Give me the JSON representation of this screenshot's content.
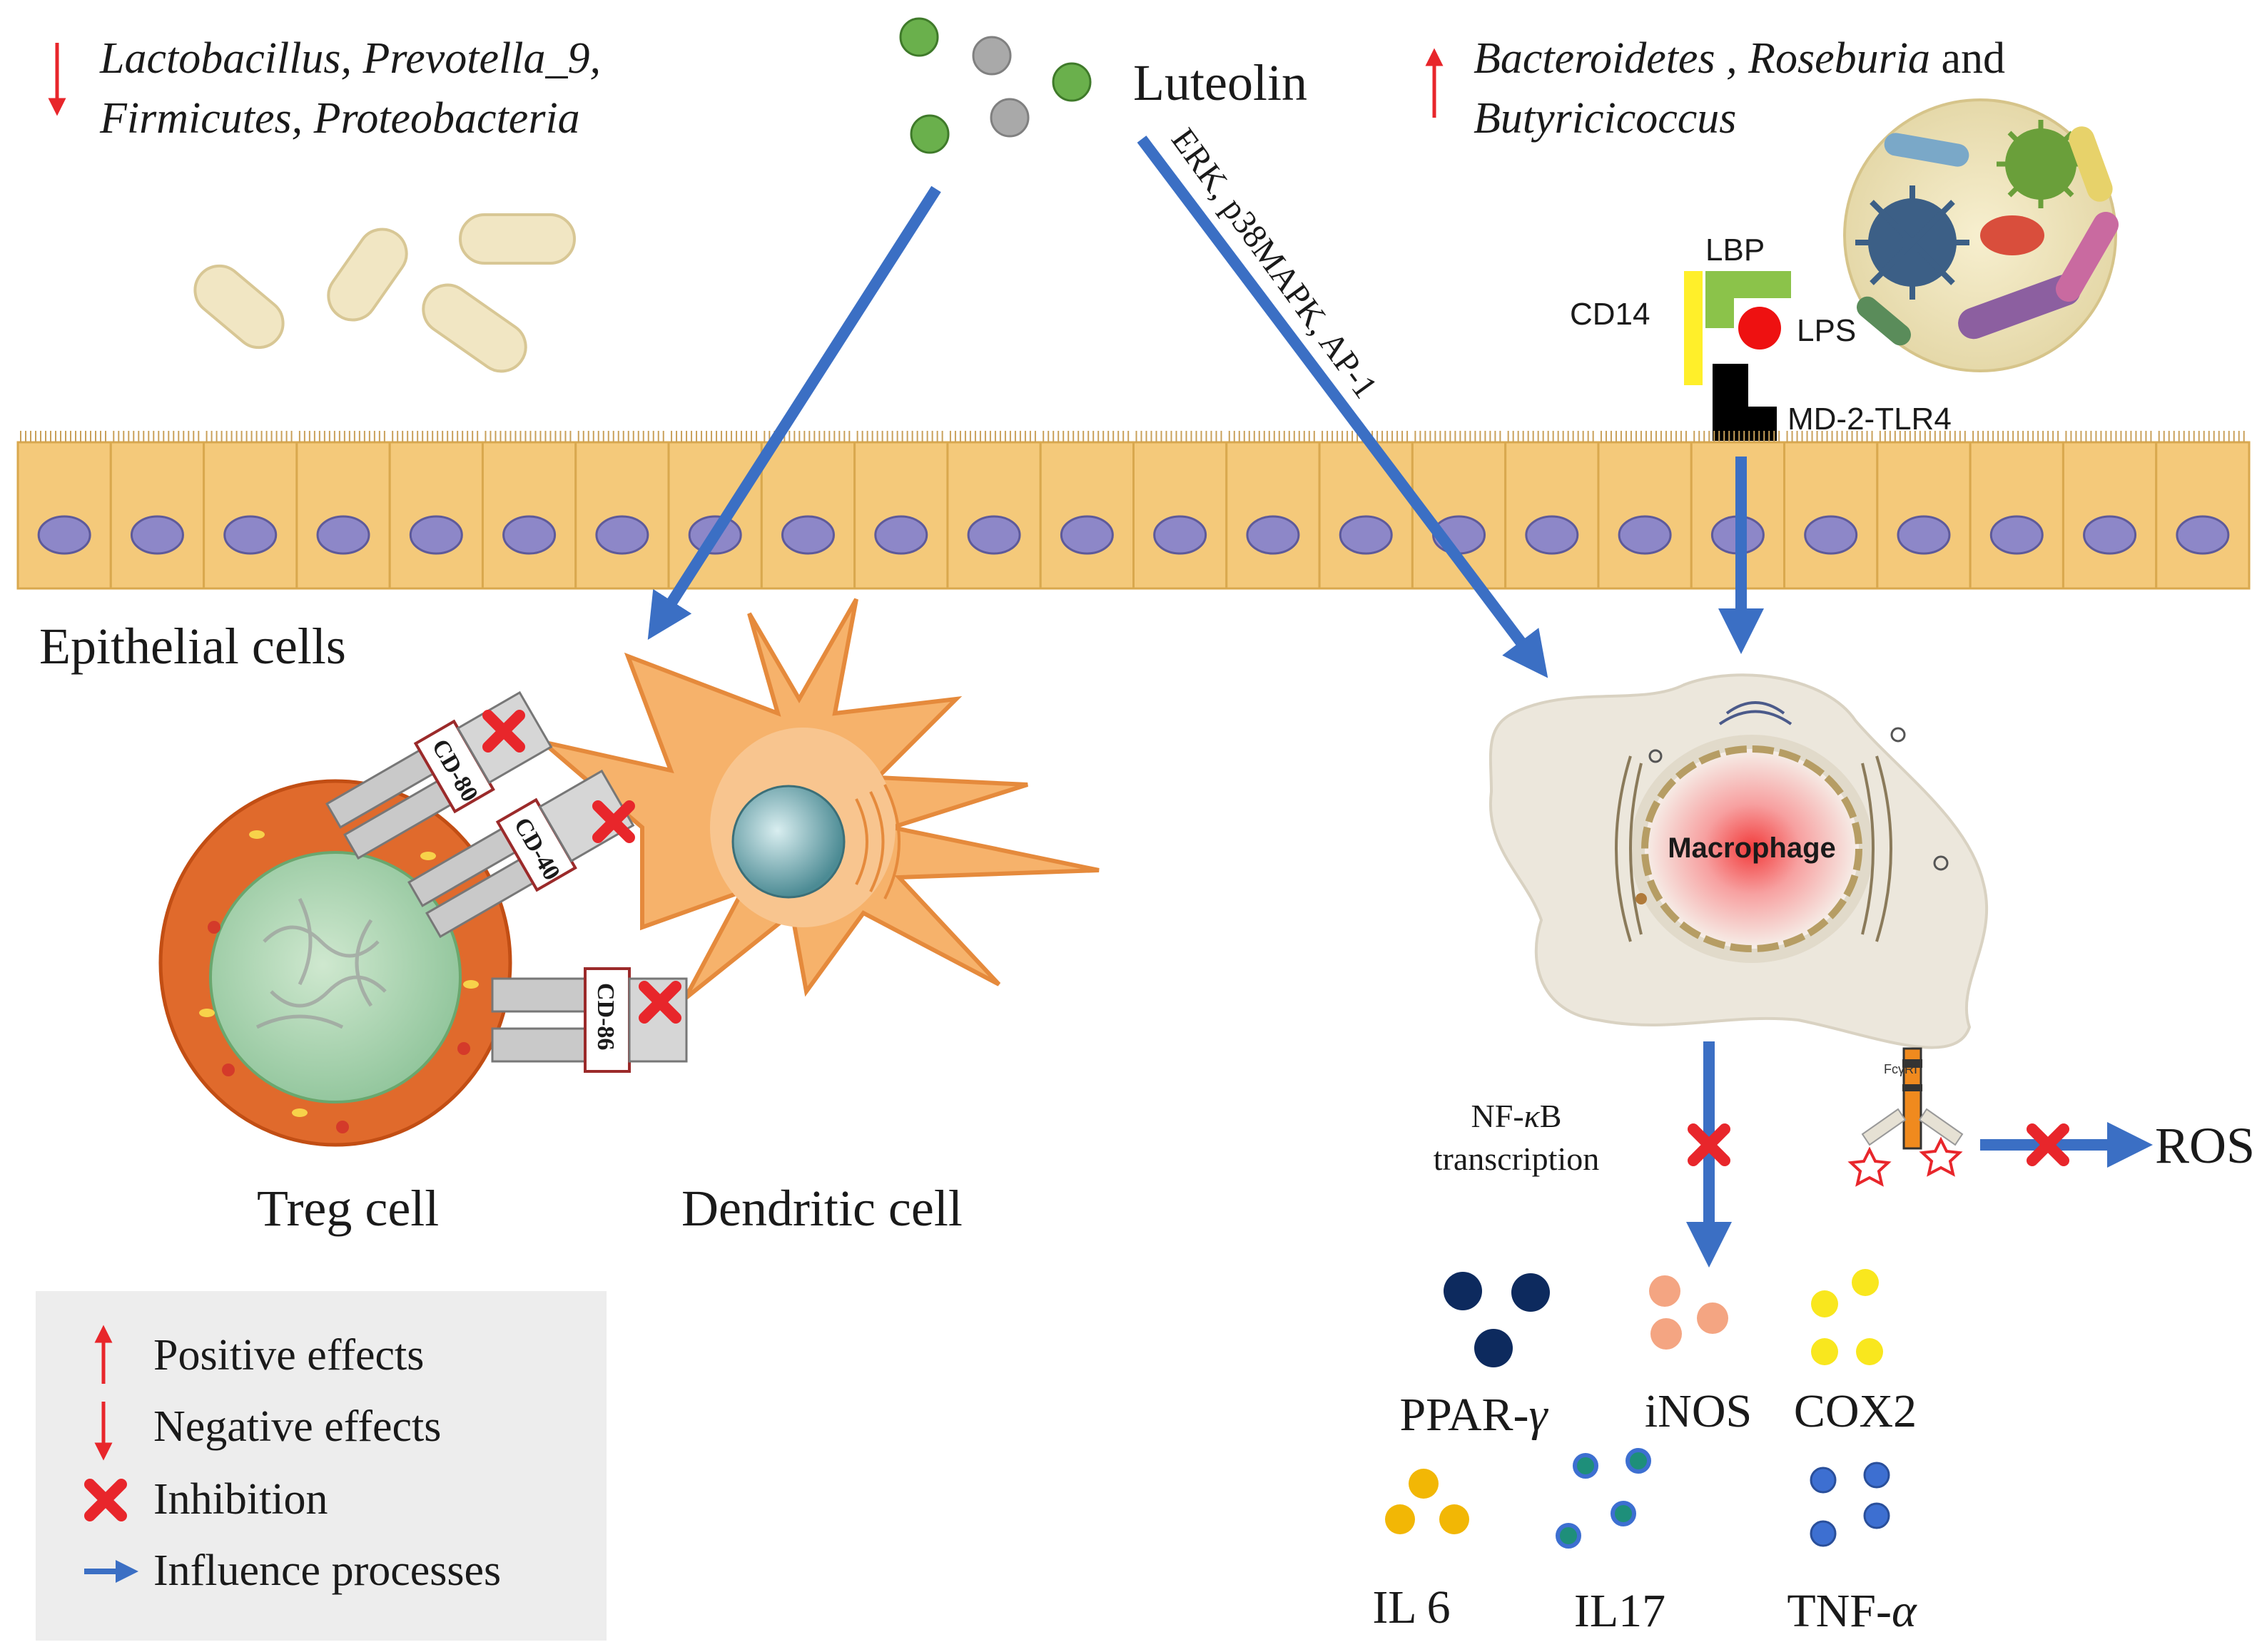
{
  "luteolin": {
    "label": "Luteolin"
  },
  "microbiota": {
    "decreased": {
      "line1": "Lactobacillus, Prevotella_9,",
      "line2": "Firmicutes, Proteobacteria"
    },
    "increased": {
      "line1a": "Bacteroidetes , Roseburia",
      "line1b": " and",
      "line2": "Butyricicoccus"
    }
  },
  "pathway": {
    "label": "ERK, p38MAPK, AP-1"
  },
  "receptors": {
    "lbp": "LBP",
    "cd14": "CD14",
    "lps": "LPS",
    "md2_tlr4": "MD-2-TLR4"
  },
  "epithelium": {
    "label": "Epithelial cells"
  },
  "cells": {
    "treg": "Treg cell",
    "dendritic": "Dendritic cell",
    "macrophage": "Macrophage",
    "costim": [
      "CD-80",
      "CD-40",
      "CD-86"
    ]
  },
  "nfkb": {
    "line1a": "NF-",
    "kappa": "κ",
    "line1b": "B",
    "line2": "transcription"
  },
  "fc_receptor": "FcγRI",
  "ros": "ROS",
  "mediators": {
    "ppar_a": "PPAR-",
    "ppar_g": "γ",
    "inos": "iNOS",
    "cox2": "COX2",
    "il6": "IL 6",
    "il17": "IL17",
    "tnf_a": "TNF-",
    "tnf_alpha": "α"
  },
  "legend": {
    "positive": "Positive effects",
    "negative": "Negative effects",
    "inhibition": "Inhibition",
    "influence": "Influence processes"
  },
  "colors": {
    "arrow_blue": "#3b6fc4",
    "red": "#e8262b",
    "epithelium": "#f4c97a",
    "nucleus": "#8d87c8",
    "treg": "#e06a2c",
    "dendritic": "#f6b26b",
    "macrophage": "#ece7dc",
    "ppar": "#0d2a5e",
    "inos": "#f4a582",
    "cox2": "#f9e71e",
    "il6": "#f2b705",
    "il17": "#1e8f7a",
    "tnf": "#3d6fd1",
    "legend_bg": "#ededed"
  }
}
